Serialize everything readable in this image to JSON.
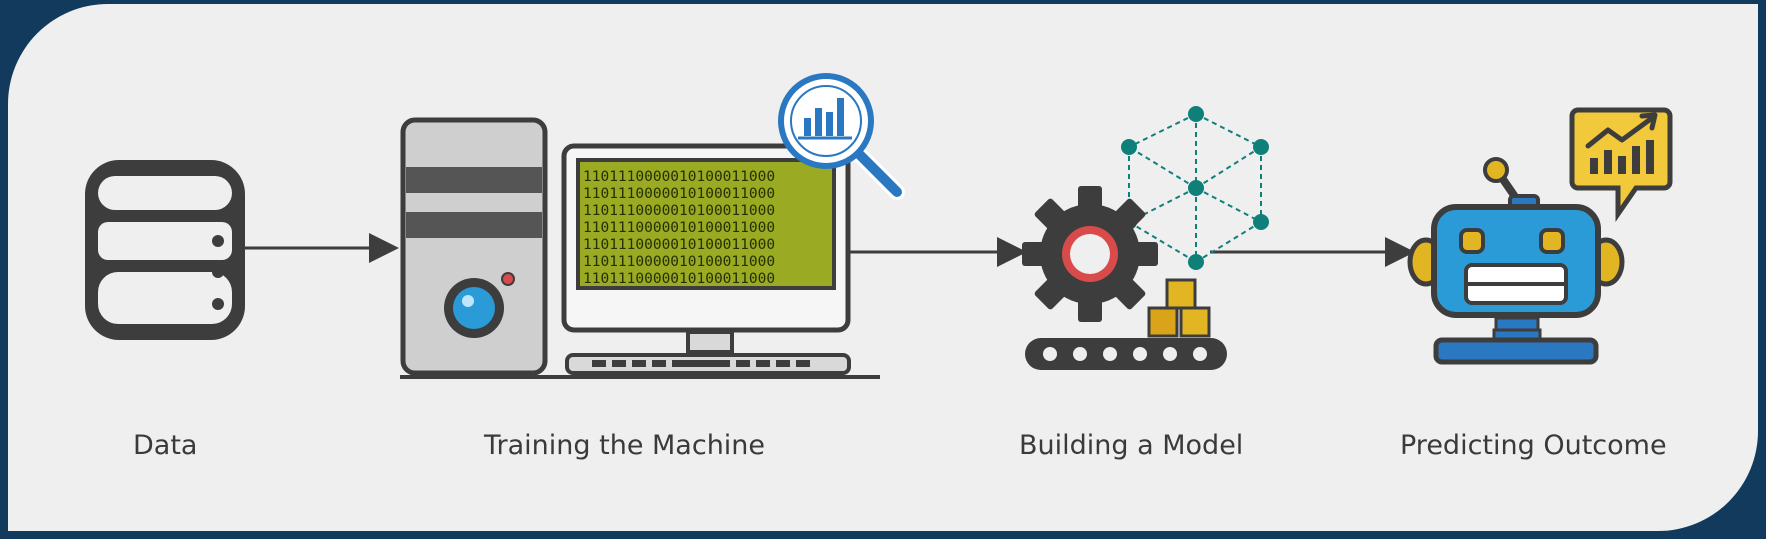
{
  "colors": {
    "background": "#efefef",
    "frame": "#123a5c",
    "dark": "#3d3d3d",
    "screen": "#9aaa22",
    "accent_blue": "#2b78c2",
    "teal": "#0f7f7a",
    "gold": "#e2b622",
    "red": "#d94b4b"
  },
  "steps": [
    {
      "label": "Data",
      "icon": "database-icon"
    },
    {
      "label": "Training the Machine",
      "icon": "computer-icon"
    },
    {
      "label": "Building a Model",
      "icon": "gear-conveyor-icon"
    },
    {
      "label": "Predicting Outcome",
      "icon": "robot-icon"
    }
  ],
  "screen_lines": [
    "1101110000010100011000",
    "1101110000010100011000",
    "1101110000010100011000",
    "1101110000010100011000",
    "1101110000010100011000",
    "1101110000010100011000",
    "1101110000010100011000"
  ]
}
